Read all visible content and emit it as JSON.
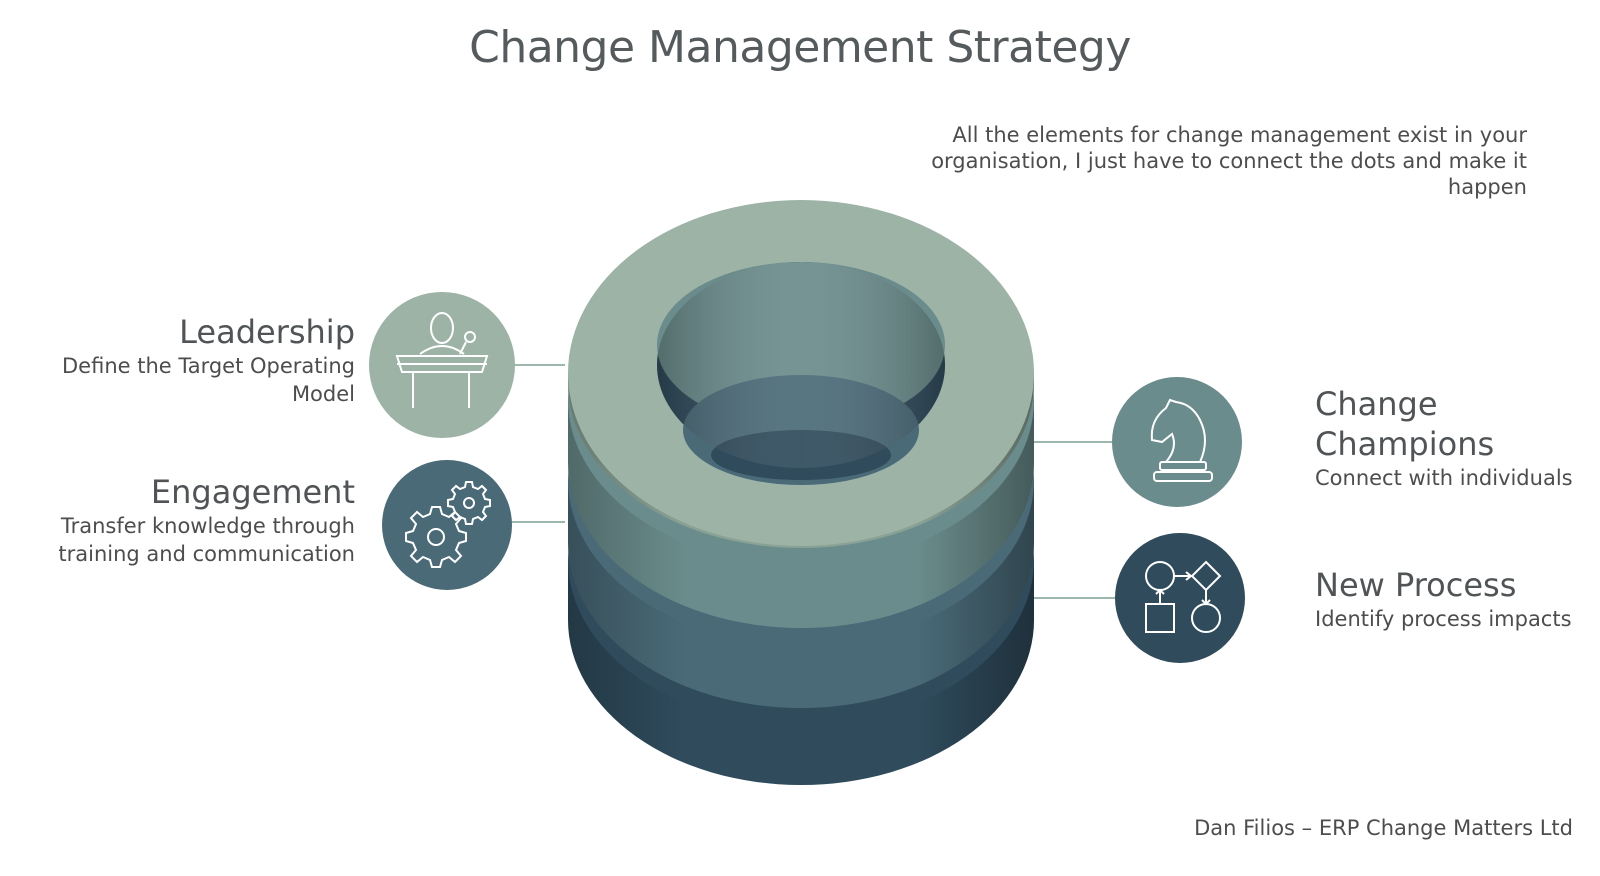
{
  "title": "Change Management Strategy",
  "quote": "All the elements for change management exist in your organisation, I just have to connect the dots and make it happen",
  "footer": "Dan Filios – ERP Change Matters Ltd",
  "colors": {
    "layer1": "#9cb3a6",
    "layer2": "#6b8c8c",
    "layer3": "#4a6a78",
    "layer4": "#2f4b5c",
    "connector": "#9cb8ad"
  },
  "items": [
    {
      "title": "Leadership",
      "desc_line1": "Define the Target Operating",
      "desc_line2": "Model",
      "icon": "podium-speaker-icon"
    },
    {
      "title": "Engagement",
      "desc_line1": "Transfer knowledge through",
      "desc_line2": "training and communication",
      "icon": "gears-icon"
    },
    {
      "title_line1": "Change",
      "title_line2": "Champions",
      "desc": "Connect with individuals",
      "icon": "chess-knight-icon"
    },
    {
      "title": "New Process",
      "desc": "Identify process impacts",
      "icon": "process-flow-icon"
    }
  ]
}
